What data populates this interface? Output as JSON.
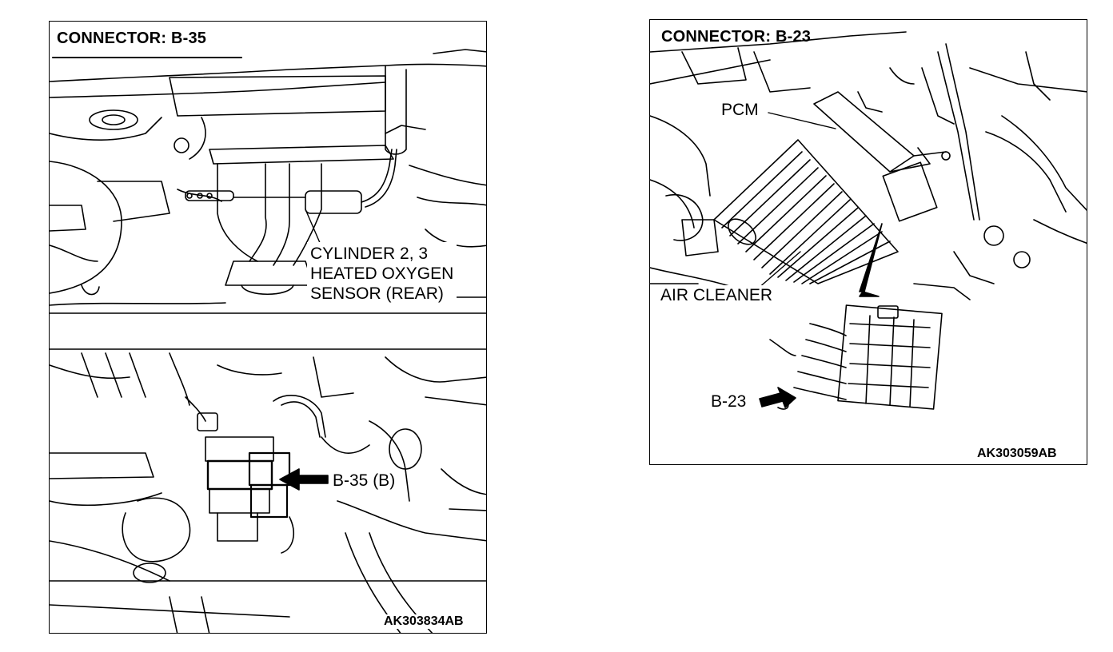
{
  "left_panel": {
    "title": "CONNECTOR: B-35",
    "sensor_label": {
      "line1": "CYLINDER 2, 3",
      "line2": "HEATED OXYGEN",
      "line3": "SENSOR (REAR)"
    },
    "connector_label": "B-35 (B)",
    "figure_code": "AK303834AB"
  },
  "right_panel": {
    "title": "CONNECTOR: B-23",
    "pcm_label": "PCM",
    "air_cleaner_label": "AIR CLEANER",
    "connector_label": "B-23",
    "figure_code": "AK303059AB"
  },
  "colors": {
    "line": "#000000",
    "background": "#ffffff"
  }
}
